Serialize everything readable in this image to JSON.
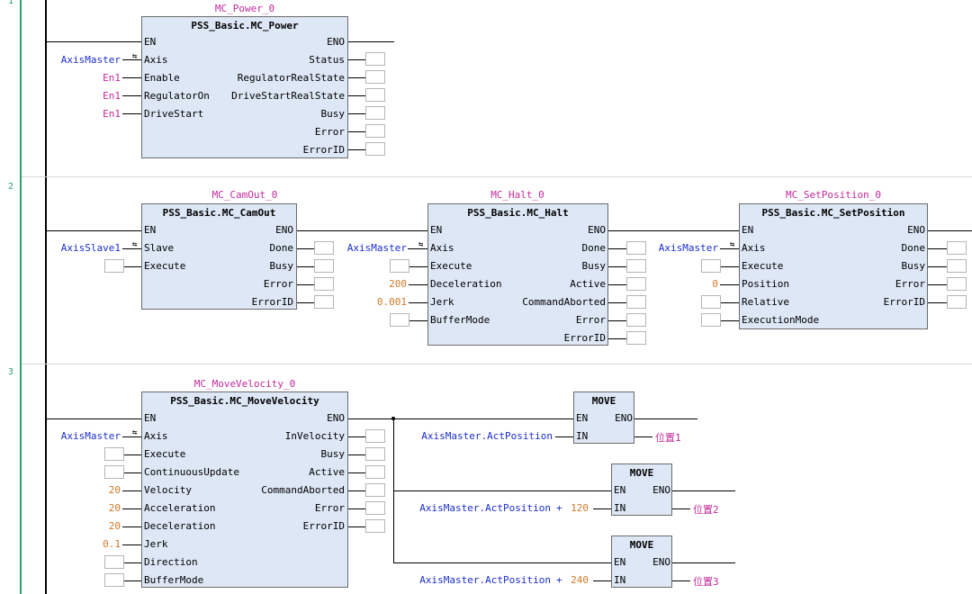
{
  "networks": [
    "1",
    "2",
    "3"
  ],
  "mc_power": {
    "instance": "MC_Power_0",
    "type": "PSS_Basic.MC_Power",
    "inputs": [
      "EN",
      "Axis",
      "Enable",
      "RegulatorOn",
      "DriveStart"
    ],
    "outputs": [
      "ENO",
      "Status",
      "RegulatorRealState",
      "DriveStartRealState",
      "Busy",
      "Error",
      "ErrorID"
    ],
    "axis_var": "AxisMaster",
    "enable_var": "En1",
    "regulator_var": "En1",
    "drivestart_var": "En1"
  },
  "mc_camout": {
    "instance": "MC_CamOut_0",
    "type": "PSS_Basic.MC_CamOut",
    "inputs": [
      "EN",
      "Slave",
      "Execute"
    ],
    "outputs": [
      "ENO",
      "Done",
      "Busy",
      "Error",
      "ErrorID"
    ],
    "slave_var": "AxisSlave1"
  },
  "mc_halt": {
    "instance": "MC_Halt_0",
    "type": "PSS_Basic.MC_Halt",
    "inputs": [
      "EN",
      "Axis",
      "Execute",
      "Deceleration",
      "Jerk",
      "BufferMode"
    ],
    "outputs": [
      "ENO",
      "Done",
      "Busy",
      "Active",
      "CommandAborted",
      "Error",
      "ErrorID"
    ],
    "axis_var": "AxisMaster",
    "deceleration": "200",
    "jerk": "0.001"
  },
  "mc_setposition": {
    "instance": "MC_SetPosition_0",
    "type": "PSS_Basic.MC_SetPosition",
    "inputs": [
      "EN",
      "Axis",
      "Execute",
      "Position",
      "Relative",
      "ExecutionMode"
    ],
    "outputs": [
      "ENO",
      "Done",
      "Busy",
      "Error",
      "ErrorID"
    ],
    "axis_var": "AxisMaster",
    "position": "0"
  },
  "mc_movevelocity": {
    "instance": "MC_MoveVelocity_0",
    "type": "PSS_Basic.MC_MoveVelocity",
    "inputs": [
      "EN",
      "Axis",
      "Execute",
      "ContinuousUpdate",
      "Velocity",
      "Acceleration",
      "Deceleration",
      "Jerk",
      "Direction",
      "BufferMode"
    ],
    "outputs": [
      "ENO",
      "InVelocity",
      "Busy",
      "Active",
      "CommandAborted",
      "Error",
      "ErrorID"
    ],
    "axis_var": "AxisMaster",
    "velocity": "20",
    "acceleration": "20",
    "deceleration": "20",
    "jerk": "0.1"
  },
  "move_blocks": [
    {
      "type": "MOVE",
      "en": "EN",
      "eno": "ENO",
      "in": "IN",
      "input_var": "AxisMaster.ActPosition",
      "plus": "",
      "offset": "",
      "output_var": "位置1"
    },
    {
      "type": "MOVE",
      "en": "EN",
      "eno": "ENO",
      "in": "IN",
      "input_var": "AxisMaster.ActPosition",
      "plus": "+",
      "offset": "120",
      "output_var": "位置2"
    },
    {
      "type": "MOVE",
      "en": "EN",
      "eno": "ENO",
      "in": "IN",
      "input_var": "AxisMaster.ActPosition",
      "plus": "+",
      "offset": "240",
      "output_var": "位置3"
    }
  ]
}
